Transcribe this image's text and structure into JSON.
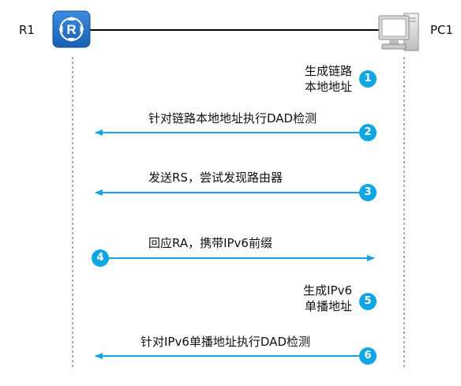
{
  "nodes": {
    "router": {
      "label": "R1"
    },
    "pc": {
      "label": "PC1"
    }
  },
  "steps": [
    {
      "number": "1",
      "text_line1": "生成链路",
      "text_line2": "本地地址",
      "direction": "none"
    },
    {
      "number": "2",
      "text": "针对链路本地地址执行DAD检测",
      "direction": "left"
    },
    {
      "number": "3",
      "text": "发送RS，尝试发现路由器",
      "direction": "left"
    },
    {
      "number": "4",
      "text": "回应RA，携带IPv6前缀",
      "direction": "right"
    },
    {
      "number": "5",
      "text_line1": "生成IPv6",
      "text_line2": "单播地址",
      "direction": "none"
    },
    {
      "number": "6",
      "text": "针对IPv6单播地址执行DAD检测",
      "direction": "left"
    }
  ],
  "colors": {
    "accent": "#10a5e3",
    "router_fill": "#1e6fc0",
    "link": "#000000",
    "lifeline": "#555555"
  }
}
